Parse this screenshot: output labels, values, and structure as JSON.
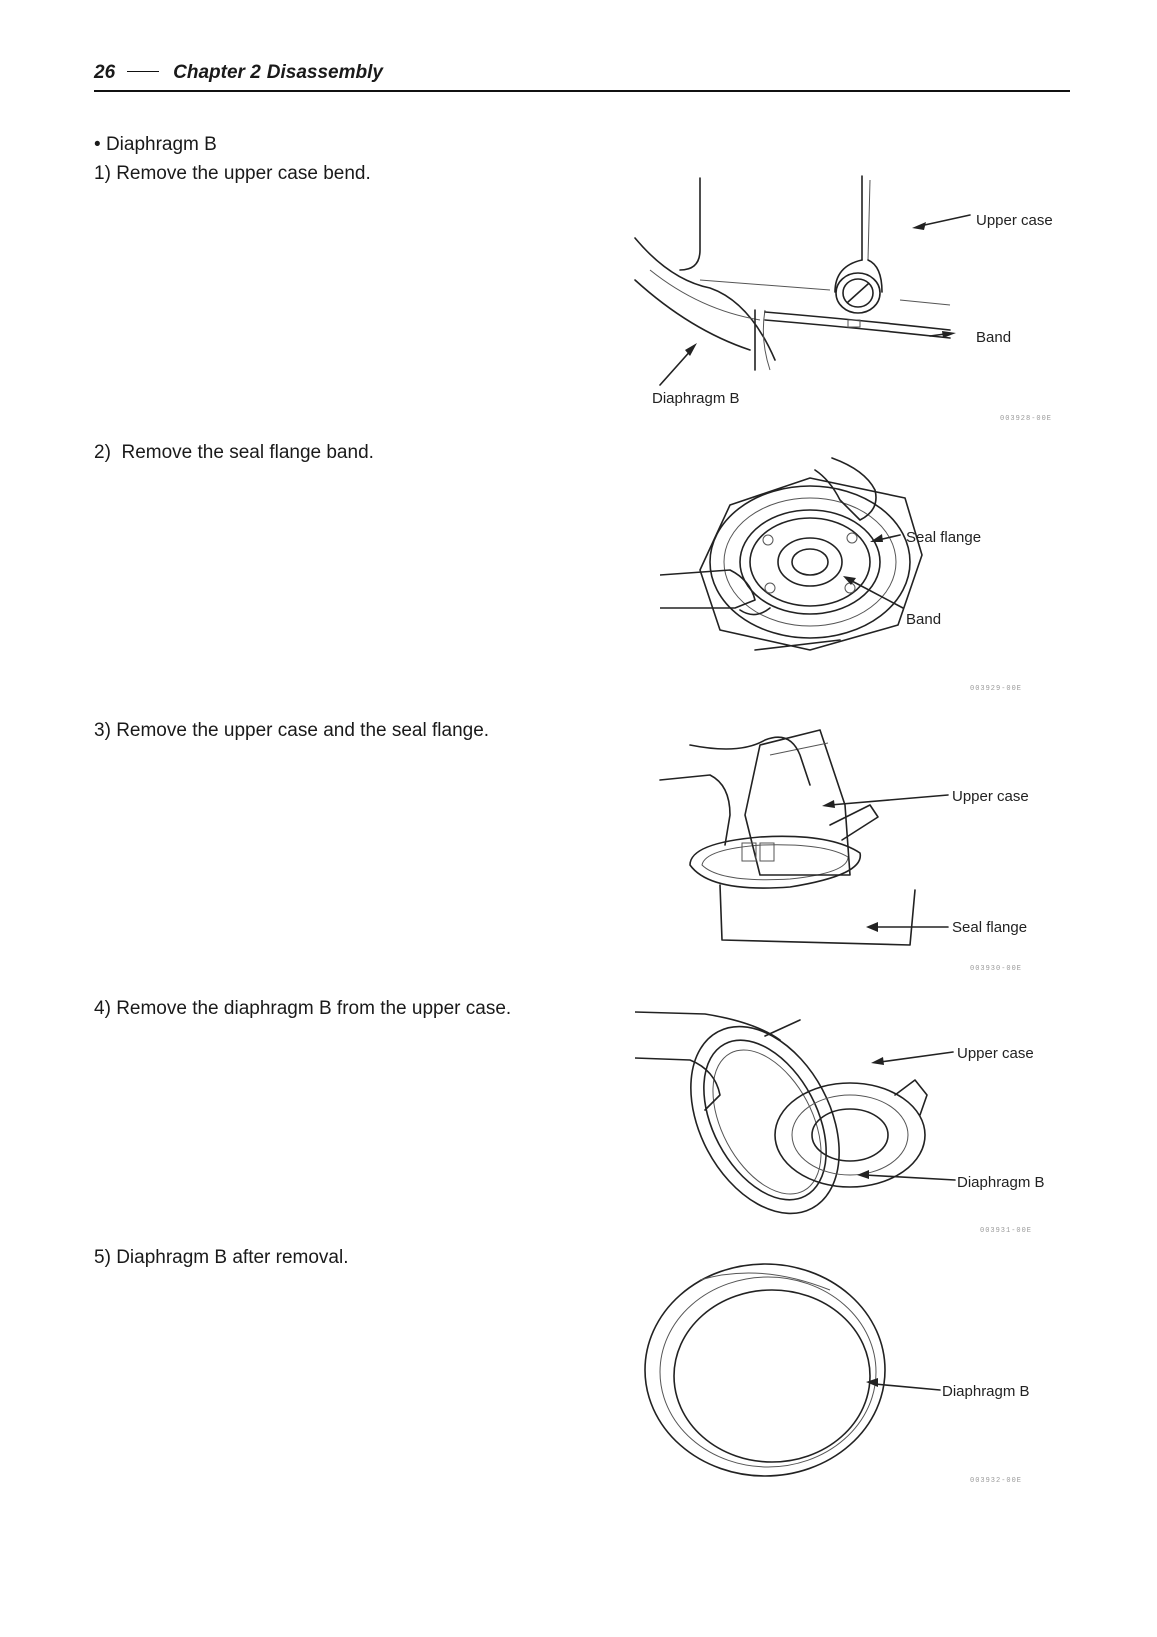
{
  "header": {
    "page_number": "26",
    "chapter": "Chapter 2",
    "section": "Disassembly"
  },
  "intro": {
    "bullet": "•",
    "title": "Diaphragm B"
  },
  "steps": [
    {
      "number": "1)",
      "text": "Remove the upper case bend.",
      "labels": [
        "Upper case",
        "Band",
        "Diaphragm B"
      ],
      "code": "003928-00E"
    },
    {
      "number": "2)",
      "text": "Remove the seal flange band.",
      "labels": [
        "Seal flange",
        "Band"
      ],
      "code": "003929-00E"
    },
    {
      "number": "3)",
      "text": "Remove the upper case and the seal flange.",
      "labels": [
        "Upper case",
        "Seal flange"
      ],
      "code": "003930-00E"
    },
    {
      "number": "4)",
      "text": "Remove the diaphragm B from the upper case.",
      "labels": [
        "Upper case",
        "Diaphragm B"
      ],
      "code": "003931-00E"
    },
    {
      "number": "5)",
      "text": "Diaphragm B after removal.",
      "labels": [
        "Diaphragm B"
      ],
      "code": "003932-00E"
    }
  ]
}
